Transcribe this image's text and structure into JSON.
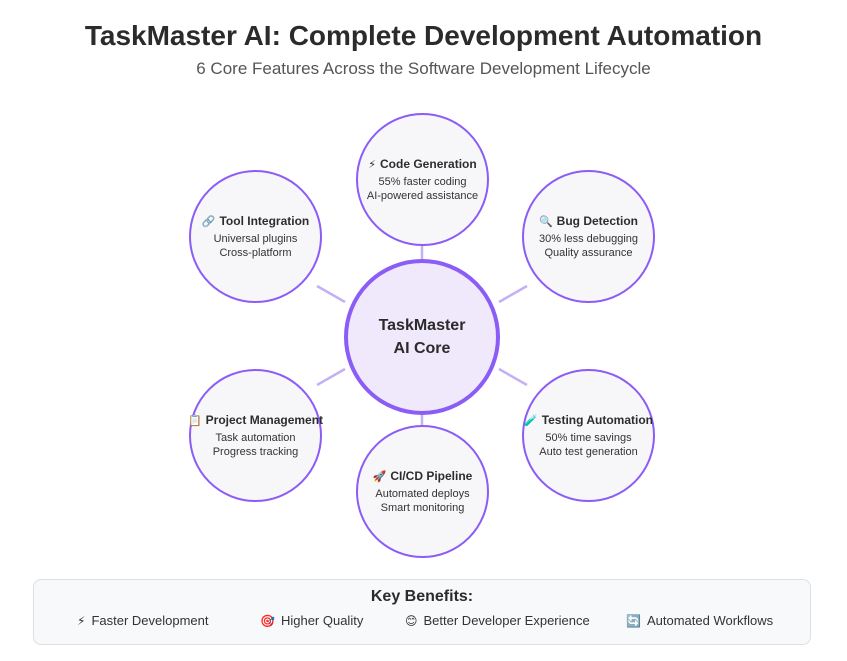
{
  "header": {
    "title": "TaskMaster AI: Complete Development Automation",
    "subtitle": "6 Core Features Across the Software Development Lifecycle"
  },
  "core": {
    "label": "TaskMaster\nAI Core"
  },
  "nodes": [
    {
      "icon": "⚡",
      "title": "Code Generation",
      "line1": "55% faster coding",
      "line2": "AI-powered assistance"
    },
    {
      "icon": "🔍",
      "title": "Bug Detection",
      "line1": "30% less debugging",
      "line2": "Quality assurance"
    },
    {
      "icon": "🧪",
      "title": "Testing Automation",
      "line1": "50% time savings",
      "line2": "Auto test generation"
    },
    {
      "icon": "🚀",
      "title": "CI/CD Pipeline",
      "line1": "Automated deploys",
      "line2": "Smart monitoring"
    },
    {
      "icon": "📋",
      "title": "Project Management",
      "line1": "Task automation",
      "line2": "Progress tracking"
    },
    {
      "icon": "🔗",
      "title": "Tool Integration",
      "line1": "Universal plugins",
      "line2": "Cross-platform"
    }
  ],
  "benefits": {
    "title": "Key Benefits:",
    "items": [
      {
        "icon": "⚡",
        "label": "Faster Development"
      },
      {
        "icon": "🎯",
        "label": "Higher Quality"
      },
      {
        "icon": "😊",
        "label": "Better Developer Experience"
      },
      {
        "icon": "🔄",
        "label": "Automated Workflows"
      }
    ]
  },
  "colors": {
    "accent": "#8b5cf6",
    "connector": "#c4b0f5",
    "core_fill": "#efe9fb",
    "node_fill": "#f7f7f9"
  }
}
